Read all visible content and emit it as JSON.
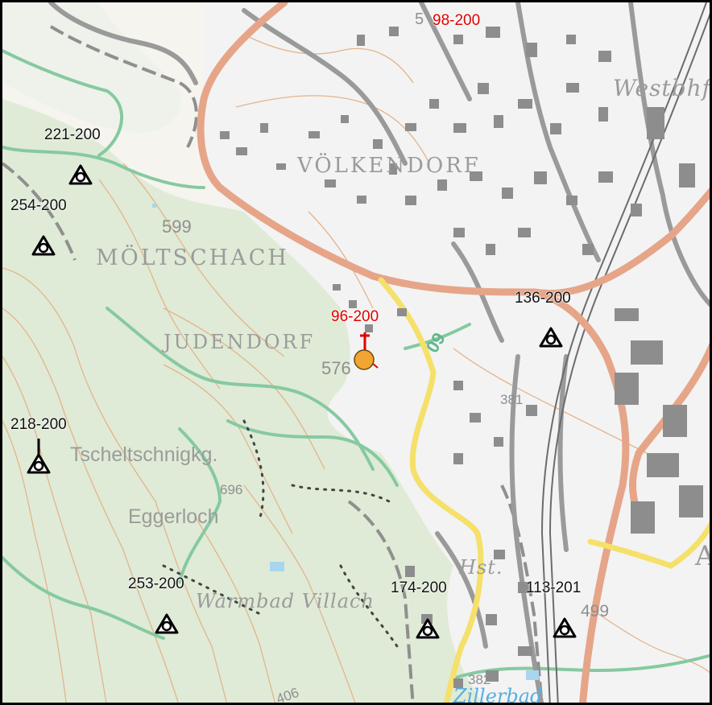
{
  "map": {
    "colors": {
      "forest": "#dbe8d2",
      "urban": "#f1f1f1",
      "building": "#8a8a8a",
      "main_road": "#e8a98a",
      "yellow_road": "#f5e06a",
      "contour": "#e3b48c",
      "trail": "#7fc79c",
      "water": "#5aaee0",
      "marker_orange": "#f2a531",
      "station_red": "#e00000"
    },
    "places": {
      "volkendorf": "VÖLKENDORF",
      "moltschach": "MÖLTSCHACH",
      "judendorf": "JUDENDORF",
      "westbhf": "Westbhf",
      "warmbad": "Warmbad Villach",
      "hst": "Hst.",
      "zillerbad": "Zillerbad",
      "edge_a": "A"
    },
    "field_names": {
      "tscheltschnigkg": "Tscheltschnigkg.",
      "eggerloch": "Eggerloch"
    },
    "spot_heights": {
      "h599": "599",
      "h576": "576",
      "h696": "696",
      "h381": "381",
      "h499": "499",
      "h382": "382",
      "h5": "5",
      "h406": "406"
    },
    "road_number": "09",
    "stations": [
      {
        "id": "98-200",
        "label": "98-200",
        "color": "red"
      },
      {
        "id": "221-200",
        "label": "221-200",
        "color": "black"
      },
      {
        "id": "254-200",
        "label": "254-200",
        "color": "black"
      },
      {
        "id": "136-200",
        "label": "136-200",
        "color": "black"
      },
      {
        "id": "96-200",
        "label": "96-200",
        "color": "red"
      },
      {
        "id": "218-200",
        "label": "218-200",
        "color": "black"
      },
      {
        "id": "253-200",
        "label": "253-200",
        "color": "black"
      },
      {
        "id": "174-200",
        "label": "174-200",
        "color": "black"
      },
      {
        "id": "113-201",
        "label": "113-201",
        "color": "black"
      }
    ]
  }
}
